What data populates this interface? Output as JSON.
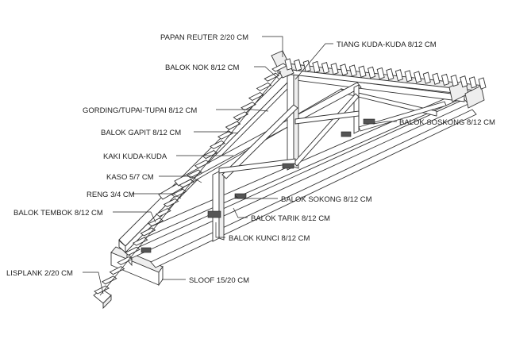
{
  "labels": {
    "papan_reuter": "PAPAN REUTER 2/20 CM",
    "tiang_kuda_kuda": "TIANG KUDA-KUDA 8/12 CM",
    "balok_nok": "BALOK NOK 8/12 CM",
    "gording": "GORDING/TUPAI-TUPAI 8/12 CM",
    "balok_soskong": "BALOK SOSKONG 8/12 CM",
    "balok_gapit": "BALOK GAPIT 8/12 CM",
    "kaki_kuda_kuda": "KAKI KUDA-KUDA",
    "kaso": "KASO 5/7 CM",
    "reng": "RENG 3/4 CM",
    "balok_sokong": "BALOK SOKONG 8/12 CM",
    "balok_tembok": "BALOK TEMBOK 8/12 CM",
    "balok_tarik": "BALOK TARIK 8/12 CM",
    "balok_kunci": "BALOK KUNCI 8/12 CM",
    "lisplank": "LISPLANK 2/20 CM",
    "sloof": "SLOOF 15/20 CM"
  }
}
